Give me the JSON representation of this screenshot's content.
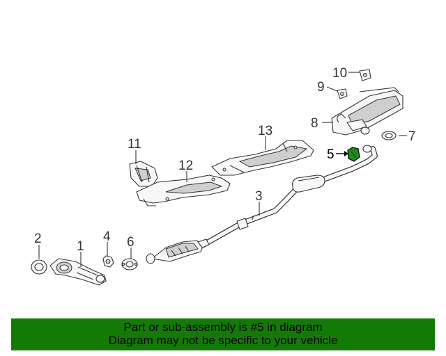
{
  "diagram": {
    "callouts": {
      "c1": "1",
      "c2": "2",
      "c3": "3",
      "c4": "4",
      "c5": "5",
      "c6": "6",
      "c7": "7",
      "c8": "8",
      "c9": "9",
      "c10": "10",
      "c11": "11",
      "c12": "12",
      "c13": "13"
    },
    "highlight_color": "#1e8a1e"
  },
  "banner": {
    "line1": "Part or sub-assembly is #5 in diagram",
    "line2": "Diagram may not be specific to your vehicle",
    "background": "#137a06"
  }
}
